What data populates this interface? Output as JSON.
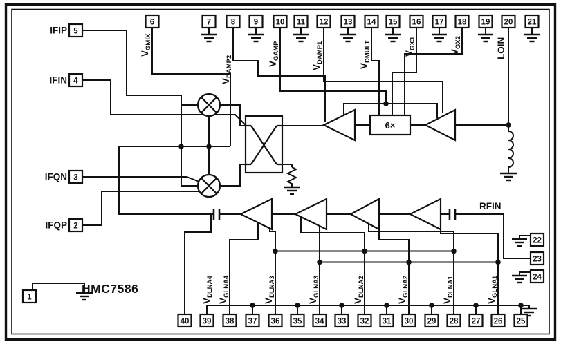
{
  "title": "HMC7586",
  "labels": {
    "multiplier": "6×",
    "rfin": "RFIN"
  },
  "pins": {
    "top": [
      {
        "num": "6",
        "name": "V",
        "sub": "GMIX"
      },
      {
        "num": "7",
        "ground": true
      },
      {
        "num": "8",
        "name": "V",
        "sub": "DAMP2"
      },
      {
        "num": "9",
        "ground": true
      },
      {
        "num": "10",
        "name": "V",
        "sub": "GAMP"
      },
      {
        "num": "11",
        "ground": true
      },
      {
        "num": "12",
        "name": "V",
        "sub": "DAMP1"
      },
      {
        "num": "13",
        "ground": true
      },
      {
        "num": "14",
        "name": "V",
        "sub": "DMULT"
      },
      {
        "num": "15",
        "ground": true
      },
      {
        "num": "16",
        "name": "V",
        "sub": "GX3"
      },
      {
        "num": "17",
        "ground": true
      },
      {
        "num": "18",
        "name": "V",
        "sub": "GX2"
      },
      {
        "num": "19",
        "ground": true
      },
      {
        "num": "20",
        "name": "LOIN"
      },
      {
        "num": "21",
        "ground": true
      }
    ],
    "left": [
      {
        "num": "5",
        "name": "IFIP"
      },
      {
        "num": "4",
        "name": "IFIN"
      },
      {
        "num": "3",
        "name": "IFQN"
      },
      {
        "num": "2",
        "name": "IFQP"
      }
    ],
    "right": [
      {
        "num": "22",
        "ground": true
      },
      {
        "num": "23"
      },
      {
        "num": "24",
        "ground": true
      }
    ],
    "bottom": [
      {
        "num": "40",
        "name": "V",
        "sub": "DLNA4"
      },
      {
        "num": "39"
      },
      {
        "num": "38",
        "name": "V",
        "sub": "GLNA4"
      },
      {
        "num": "37"
      },
      {
        "num": "36",
        "name": "V",
        "sub": "DLNA3"
      },
      {
        "num": "35"
      },
      {
        "num": "34",
        "name": "V",
        "sub": "GLNA3"
      },
      {
        "num": "33"
      },
      {
        "num": "32",
        "name": "V",
        "sub": "DLNA2"
      },
      {
        "num": "31"
      },
      {
        "num": "30",
        "name": "V",
        "sub": "GLNA2"
      },
      {
        "num": "29"
      },
      {
        "num": "28",
        "name": "V",
        "sub": "DLNA1"
      },
      {
        "num": "27"
      },
      {
        "num": "26",
        "name": "V",
        "sub": "GLNA1"
      },
      {
        "num": "25"
      }
    ],
    "corner": {
      "num": "1"
    }
  }
}
